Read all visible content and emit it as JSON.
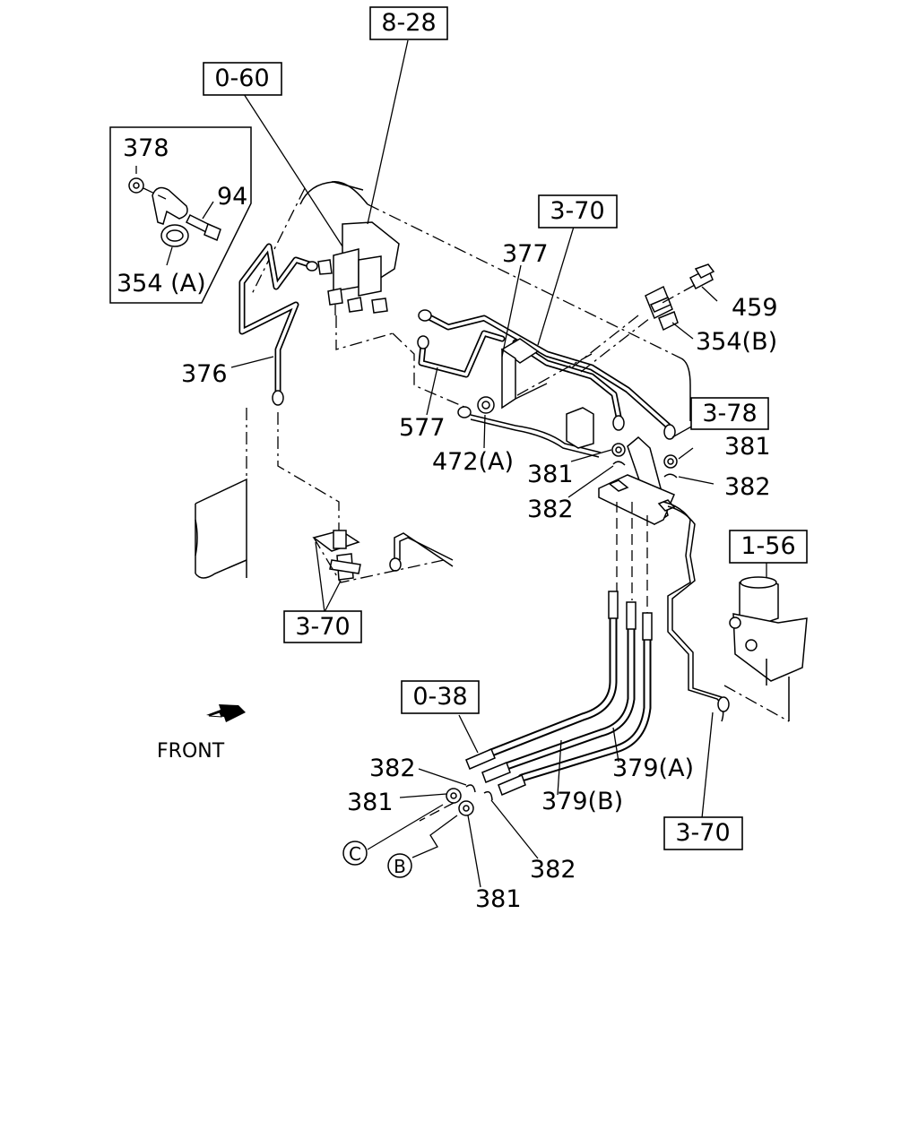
{
  "ref_boxes": {
    "r828": "8-28",
    "r060": "0-60",
    "r370_top": "3-70",
    "r378": "3-78",
    "r156": "1-56",
    "r370_left": "3-70",
    "r038": "0-38",
    "r370_bottom": "3-70"
  },
  "parts": {
    "p378": "378",
    "p94": "94",
    "p354a": "354 (A)",
    "p376": "376",
    "p377": "377",
    "p459": "459",
    "p354b": "354(B)",
    "p577": "577",
    "p472a": "472(A)",
    "p381_mid_left": "381",
    "p382_mid_left": "382",
    "p381_mid_right": "381",
    "p382_mid_right": "382",
    "p382_bottom_left": "382",
    "p381_bottom_left": "381",
    "p379b": "379(B)",
    "p379a": "379(A)",
    "p382_bottom_right": "382",
    "p381_bottom_right": "381"
  },
  "circled": {
    "c": "C",
    "b": "B"
  },
  "front_label": "FRONT"
}
